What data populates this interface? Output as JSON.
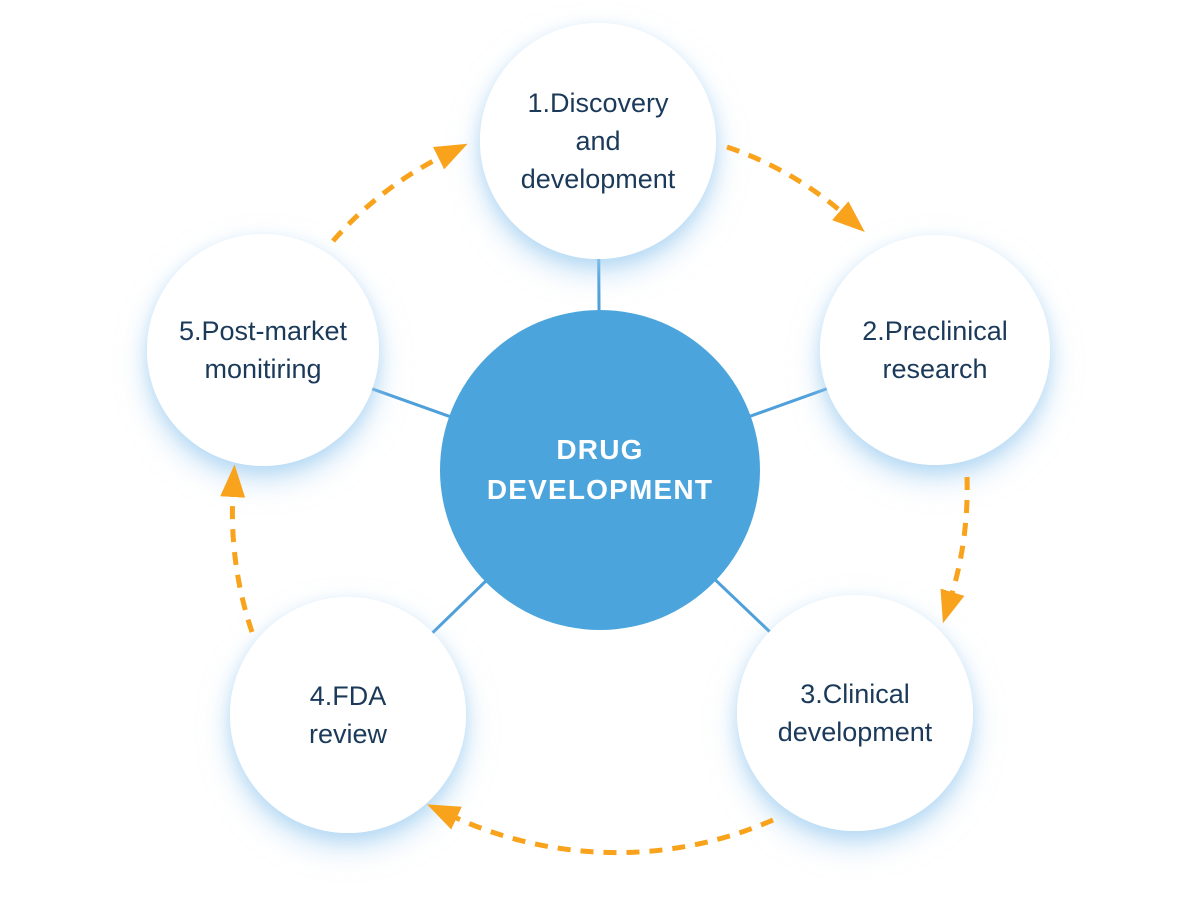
{
  "diagram": {
    "center": {
      "label": "DRUG DEVELOPMENT"
    },
    "nodes": [
      {
        "id": "discovery",
        "label": "1.Discovery and development"
      },
      {
        "id": "preclinical",
        "label": "2.Preclinical research"
      },
      {
        "id": "clinical",
        "label": "3.Clinical development"
      },
      {
        "id": "fda-review",
        "label": "4.FDA review"
      },
      {
        "id": "post-market",
        "label": "5.Post-market monitiring"
      }
    ]
  },
  "colors": {
    "center_fill": "#4BA5DC",
    "center_text": "#FFFFFF",
    "connector_blue": "#4FA0DA",
    "arrow_orange": "#F9A21B",
    "label_navy": "#1B3A5A",
    "node_fill": "#FFFFFF",
    "background": "#FFFFFF"
  }
}
